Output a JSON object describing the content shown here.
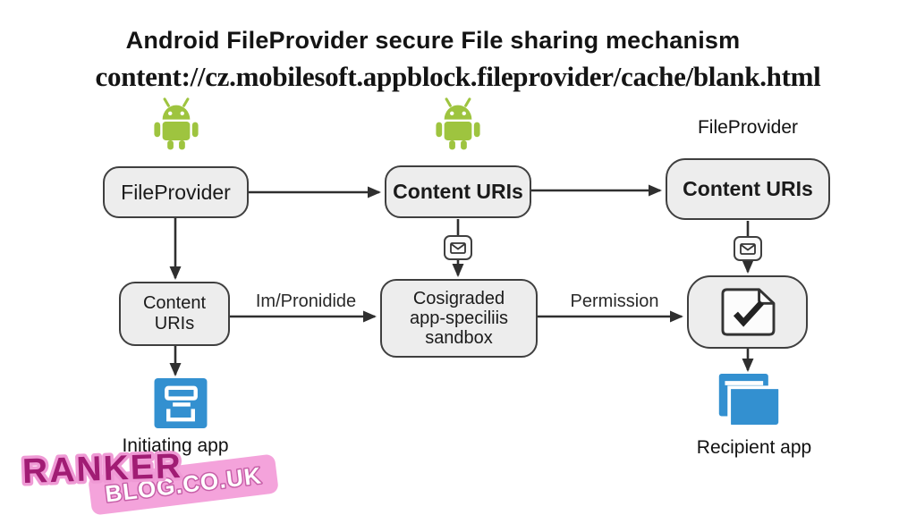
{
  "title": "Android FileProvider secure File sharing mechanism",
  "subtitle_url": "content://cz.mobilesoft.appblock.fileprovider/cache/blank.html",
  "labels": {
    "fileprovider_caption": "FileProvider",
    "initiating_app": "Initiating app",
    "recipient_app": "Recipient app"
  },
  "nodes": {
    "fileprovider": {
      "label": "FileProvider"
    },
    "content_uris_source": {
      "label": "Content URIs"
    },
    "content_uris_recipient": {
      "label": "Content URIs"
    },
    "content_uris_initiator": {
      "label": "Content URIs"
    },
    "sandbox": {
      "line1": "Cosigraded",
      "line2": "app-speciliis",
      "line3": "sandbox"
    }
  },
  "edges": {
    "left_label": "Im/Pronidide",
    "right_label": "Permission"
  },
  "watermark": {
    "brand": "RANKER",
    "domain": "BLOG.CO.UK"
  },
  "icons": {
    "android": "android-robot-icon",
    "mail": "mail-icon",
    "document_check": "document-check-icon",
    "initiating_app": "app-window-icon",
    "recipient_app": "app-windows-icon"
  },
  "colors": {
    "android_green": "#9EC43F",
    "app_blue": "#3390D0",
    "box_fill": "#EDEDED",
    "box_border": "#3F3F3F",
    "arrow": "#2F2F2F",
    "text": "#141414",
    "watermark_pink": "#F4A3DB",
    "watermark_magenta": "#A11C74",
    "watermark_outline": "#EF9AD5",
    "watermark_text": "#FFFFFF",
    "watermark_text_outline": "#C75FA8"
  }
}
